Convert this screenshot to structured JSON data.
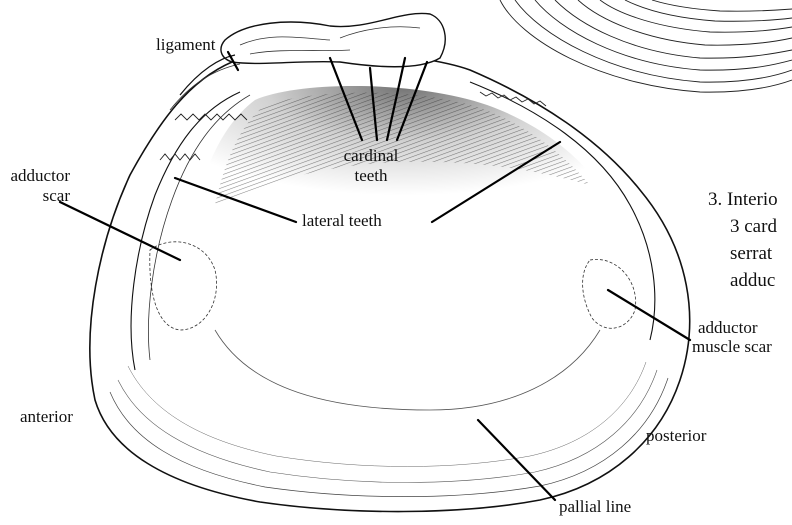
{
  "figure": {
    "labels": {
      "ligament": "ligament",
      "cardinal_teeth": [
        "cardinal",
        "teeth"
      ],
      "adductor_scar": [
        "adductor",
        "scar"
      ],
      "lateral_teeth": "lateral teeth",
      "adductor_muscle_scar": [
        "adductor",
        "muscle scar"
      ],
      "anterior": "anterior",
      "posterior": "posterior",
      "pallial_line": "pallial line"
    },
    "caption": {
      "lines": [
        "3. Interio",
        "3 card",
        "serrat",
        "adduc"
      ]
    },
    "colors": {
      "ink": "#111111",
      "paper": "#ffffff"
    }
  }
}
